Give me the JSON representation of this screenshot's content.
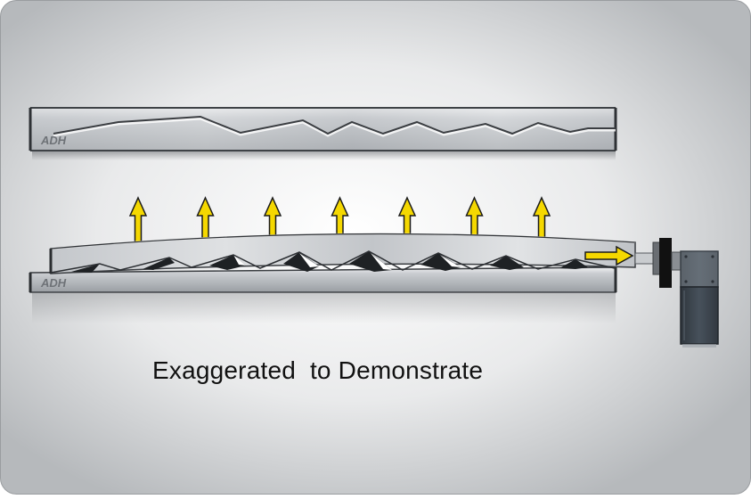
{
  "caption": "Exaggerated  to Demonstrate",
  "top_bar": {
    "logo_text": "ADH"
  },
  "bottom_bar": {
    "logo_text": "ADH"
  },
  "arrows": {
    "count": 7,
    "color": "#f5d800",
    "outline": "#1a1a1a"
  },
  "push_arrow": {
    "color": "#f5d800"
  },
  "actuator": {
    "body_color": "#3d4650",
    "plate_color": "#111111"
  },
  "colors": {
    "background_center": "#ffffff",
    "background_edge": "#b8bbbe",
    "steel_light": "#e2e4e6",
    "steel_dark": "#8c9095"
  }
}
